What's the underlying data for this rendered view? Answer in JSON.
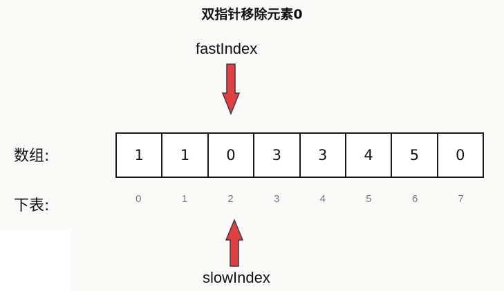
{
  "title": "双指针移除元素0",
  "labels": {
    "array_row": "数组:",
    "index_row": "下表:",
    "fast_pointer": "fastIndex",
    "slow_pointer": "slowIndex"
  },
  "array": {
    "values": [
      "1",
      "1",
      "0",
      "3",
      "3",
      "4",
      "5",
      "0"
    ],
    "indices": [
      "0",
      "1",
      "2",
      "3",
      "4",
      "5",
      "6",
      "7"
    ]
  },
  "pointers": {
    "fast": {
      "index": 2,
      "direction": "down",
      "icon": "arrow-down-icon"
    },
    "slow": {
      "index": 2,
      "direction": "up",
      "icon": "arrow-up-icon"
    }
  },
  "colors": {
    "arrow_fill": "#e0403f",
    "arrow_stroke": "#3b3b4a",
    "background": "#fafaf8",
    "cell_border": "#1a1a1a",
    "index_text": "#777777"
  }
}
